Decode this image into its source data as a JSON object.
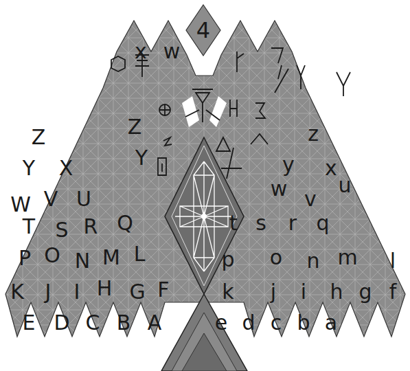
{
  "diagram": {
    "nodes": [
      {
        "text": [
          "4"
        ]
      }
    ],
    "labels": [
      "A",
      "B",
      "C",
      "D",
      "E",
      "F",
      "G",
      "H",
      "I",
      "J",
      "K",
      "L",
      "M",
      "N",
      "O",
      "P",
      "Q",
      "R",
      "S",
      "T",
      "U",
      "V",
      "W",
      "X",
      "Y",
      "Z",
      "a",
      "b",
      "c",
      "d",
      "e",
      "f",
      "g",
      "h",
      "i",
      "j",
      "k",
      "l",
      "m",
      "n",
      "o",
      "p",
      "q",
      "r",
      "s",
      "t",
      "u",
      "v",
      "w",
      "x",
      "y",
      "z",
      "Z",
      "Y",
      "x",
      "w"
    ]
  }
}
